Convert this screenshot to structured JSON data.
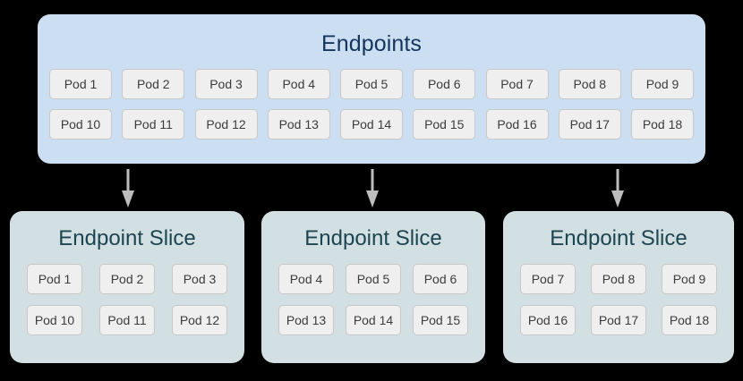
{
  "diagram": {
    "background_color": "#000000",
    "endpoints": {
      "title": "Endpoints",
      "fill_color": "#cbdef2",
      "title_color": "#16355c",
      "rows": [
        [
          "Pod 1",
          "Pod 2",
          "Pod 3",
          "Pod 4",
          "Pod 5",
          "Pod 6",
          "Pod 7",
          "Pod 8",
          "Pod 9"
        ],
        [
          "Pod 10",
          "Pod 11",
          "Pod 12",
          "Pod 13",
          "Pod 14",
          "Pod 15",
          "Pod 16",
          "Pod 17",
          "Pod 18"
        ]
      ]
    },
    "arrows": {
      "color": "#bdbdbd",
      "direction": "down",
      "count": 3
    },
    "slices": [
      {
        "title": "Endpoint Slice",
        "fill_color": "#d2e0e4",
        "title_color": "#1d4550",
        "rows": [
          [
            "Pod 1",
            "Pod 2",
            "Pod 3"
          ],
          [
            "Pod 10",
            "Pod 11",
            "Pod 12"
          ]
        ]
      },
      {
        "title": "Endpoint Slice",
        "fill_color": "#d2e0e4",
        "title_color": "#1d4550",
        "rows": [
          [
            "Pod 4",
            "Pod 5",
            "Pod 6"
          ],
          [
            "Pod 13",
            "Pod 14",
            "Pod 15"
          ]
        ]
      },
      {
        "title": "Endpoint Slice",
        "fill_color": "#d2e0e4",
        "title_color": "#1d4550",
        "rows": [
          [
            "Pod 7",
            "Pod 8",
            "Pod 9"
          ],
          [
            "Pod 16",
            "Pod 17",
            "Pod 18"
          ]
        ]
      }
    ]
  }
}
